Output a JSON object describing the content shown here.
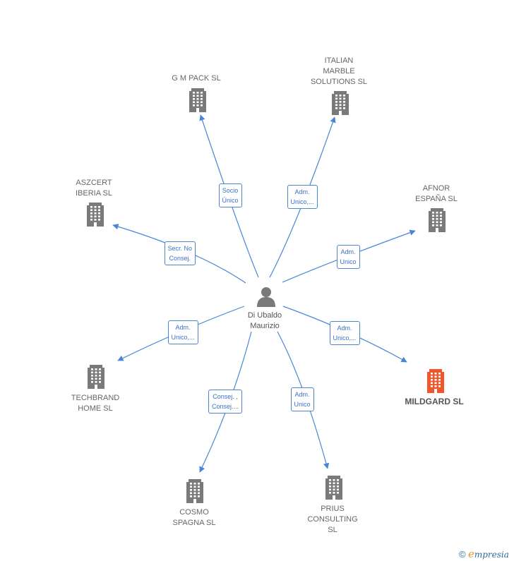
{
  "center": {
    "name": "Di Ubaldo\nMaurizio",
    "icon": "person-icon"
  },
  "companies": [
    {
      "id": "gm-pack",
      "name": "G M PACK  SL",
      "highlight": false
    },
    {
      "id": "italian-marble",
      "name": "ITALIAN\nMARBLE\nSOLUTIONS  SL",
      "highlight": false
    },
    {
      "id": "aszcert",
      "name": "ASZCERT\nIBERIA  SL",
      "highlight": false
    },
    {
      "id": "afnor",
      "name": "AFNOR\nESPAÑA  SL",
      "highlight": false
    },
    {
      "id": "techbrand",
      "name": "TECHBRAND\nHOME  SL",
      "highlight": false
    },
    {
      "id": "mildgard",
      "name": "MILDGARD  SL",
      "highlight": true
    },
    {
      "id": "cosmo",
      "name": "COSMO\nSPAGNA  SL",
      "highlight": false
    },
    {
      "id": "prius",
      "name": "PRIUS\nCONSULTING\nSL",
      "highlight": false
    }
  ],
  "relations": [
    {
      "to": "gm-pack",
      "label": "Socio\nÚnico"
    },
    {
      "to": "italian-marble",
      "label": "Adm.\nUnico,..."
    },
    {
      "to": "aszcert",
      "label": "Secr.  No\nConsej."
    },
    {
      "to": "afnor",
      "label": "Adm.\nUnico"
    },
    {
      "to": "techbrand",
      "label": "Adm.\nUnico,..."
    },
    {
      "to": "mildgard",
      "label": "Adm.\nUnico,..."
    },
    {
      "to": "cosmo",
      "label": "Consej. ,\nConsej...."
    },
    {
      "to": "prius",
      "label": "Adm.\nUnico"
    }
  ],
  "colors": {
    "edge": "#4a86d8",
    "building": "#7a7a7a",
    "building_highlight": "#f0582b",
    "person": "#7a7a7a"
  },
  "footer": {
    "copyright": "©",
    "brand_initial": "e",
    "brand_rest": "mpresia"
  }
}
